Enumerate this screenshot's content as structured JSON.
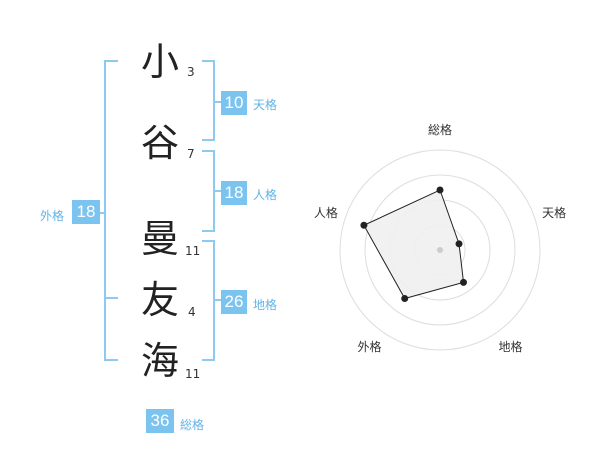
{
  "name": {
    "chars": [
      {
        "char": "小",
        "strokes": "3"
      },
      {
        "char": "谷",
        "strokes": "7"
      },
      {
        "char": "曼",
        "strokes": "11"
      },
      {
        "char": "友",
        "strokes": "4"
      },
      {
        "char": "海",
        "strokes": "11"
      }
    ]
  },
  "fortunes": {
    "tenkaku": {
      "label": "天格",
      "value": "10"
    },
    "jinkaku": {
      "label": "人格",
      "value": "18"
    },
    "chikaku": {
      "label": "地格",
      "value": "26"
    },
    "gaikaku": {
      "label": "外格",
      "value": "18"
    },
    "soukaku": {
      "label": "総格",
      "value": "36"
    }
  },
  "radar": {
    "axes": [
      "総格",
      "天格",
      "地格",
      "外格",
      "人格"
    ],
    "values": [
      0.6,
      0.2,
      0.4,
      0.6,
      0.8
    ],
    "max": 1.0,
    "ring_count": 4,
    "fill_color": "#f0f0f0",
    "line_color": "#222222",
    "ring_color": "#dddddd"
  },
  "colors": {
    "accent": "#7cc4f0",
    "label": "#63b3e6"
  }
}
